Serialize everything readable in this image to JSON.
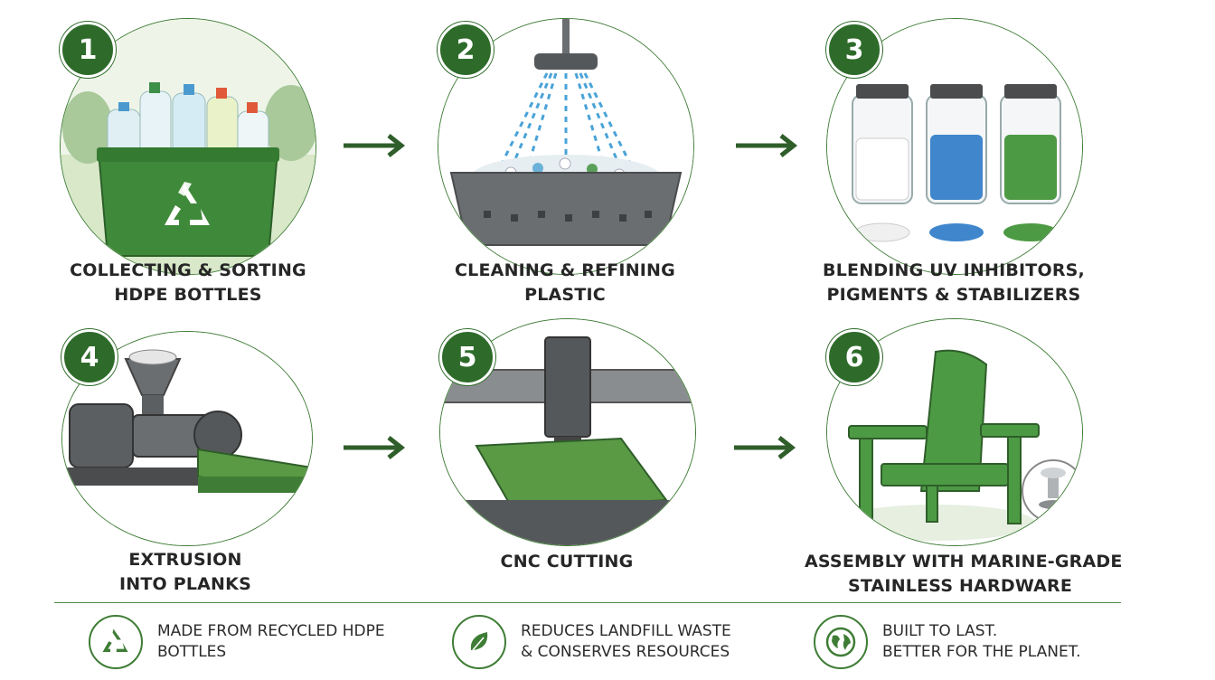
{
  "steps": [
    {
      "number": "1",
      "lines": [
        "COLLECTING & SORTING",
        "HDPE BOTTLES"
      ]
    },
    {
      "number": "2",
      "lines": [
        "CLEANING & REFINING",
        "PLASTIC"
      ]
    },
    {
      "number": "3",
      "lines": [
        "BLENDING UV INHIBITORS,",
        "PIGMENTS & STABILIZERS"
      ]
    },
    {
      "number": "4",
      "lines": [
        "EXTRUSION",
        "INTO PLANKS"
      ]
    },
    {
      "number": "5",
      "lines": [
        "CNC CUTTING"
      ]
    },
    {
      "number": "6",
      "lines": [
        "ASSEMBLY WITH MARINE-GRADE",
        "STAINLESS HARDWARE"
      ]
    }
  ],
  "benefits": [
    {
      "icon": "recycle-icon",
      "lines": [
        "MADE FROM RECYCLED HDPE",
        "BOTTLES"
      ]
    },
    {
      "icon": "leaf-icon",
      "lines": [
        "REDUCES LANDFILL WASTE",
        "& CONSERVES RESOURCES"
      ]
    },
    {
      "icon": "globe-icon",
      "lines": [
        "BUILT TO LAST.",
        "BETTER FOR THE PLANET."
      ]
    }
  ],
  "colors": {
    "primary_green": "#2e6b2a",
    "plank_green": "#5a9a45",
    "machine_gray": "#6b6e70",
    "arrow": "#2f5e2a"
  }
}
